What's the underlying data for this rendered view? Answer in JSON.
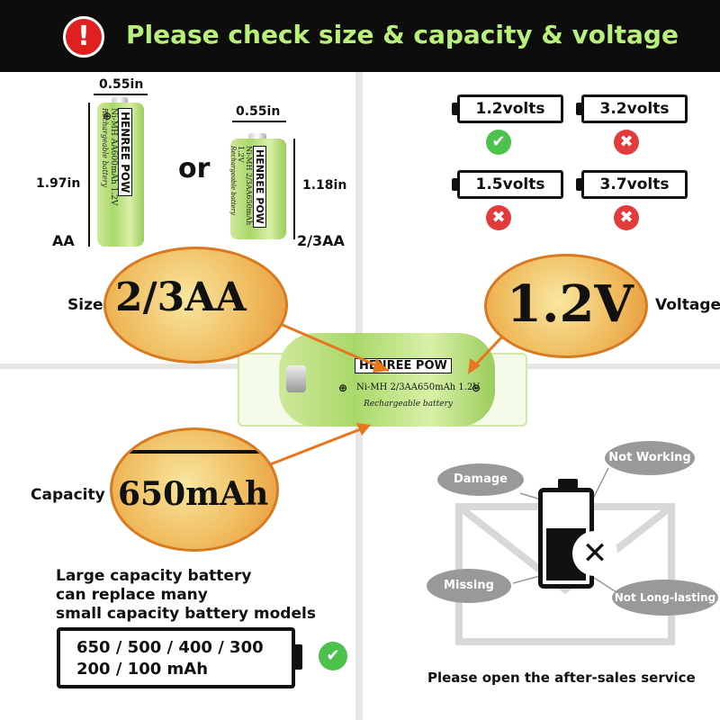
{
  "banner": {
    "warning_icon": "!",
    "title": "Please check size & capacity & voltage",
    "bg_color": "#0d0d0d",
    "title_color": "#b8f07a",
    "warning_color": "#e02020"
  },
  "size_compare": {
    "aa": {
      "width": "0.55in",
      "height": "1.97in",
      "label": "AA",
      "brand": "HENREE POW",
      "print": "Ni-MH AA600mAh 1.2V",
      "subprint": "Rechargeable battery"
    },
    "or_text": "or",
    "two_thirds_aa": {
      "width": "0.55in",
      "height": "1.18in",
      "label": "2/3AA",
      "brand": "HENREE POW",
      "print": "Ni-MH 2/3AA650mAh 1.2V",
      "subprint": "Rechargeable battery"
    }
  },
  "voltages": {
    "items": [
      {
        "label": "1.2volts",
        "ok": true,
        "mark": "✔"
      },
      {
        "label": "3.2volts",
        "ok": false,
        "mark": "✖"
      },
      {
        "label": "1.5volts",
        "ok": false,
        "mark": "✖"
      },
      {
        "label": "3.7volts",
        "ok": false,
        "mark": "✖"
      }
    ],
    "ok_color": "#4cc24c",
    "bad_color": "#e23b3b"
  },
  "center_battery": {
    "brand": "HENREE POW",
    "print": "Ni-MH 2/3AA650mAh 1.2V",
    "subprint": "Rechargeable battery",
    "plus": "⊕",
    "minus": "⊖"
  },
  "callouts": {
    "size_label": "Size",
    "size_value": "2/3AA",
    "voltage_label": "Voltage",
    "voltage_value": "1.2V",
    "capacity_label": "Capacity",
    "capacity_value": "650mAh",
    "arrow_color": "#e8761e"
  },
  "capacity_info": {
    "lines": [
      "Large capacity battery",
      "can replace many",
      "small capacity battery models"
    ],
    "values_line1": "650 / 500 / 400 / 300",
    "values_line2": "200 / 100 mAh",
    "check_mark": "✔"
  },
  "after_sales": {
    "issues": [
      "Damage",
      "Not Working",
      "Missing",
      "Not Long-lasting"
    ],
    "x_mark": "✕",
    "text": "Please open the after-sales service"
  }
}
